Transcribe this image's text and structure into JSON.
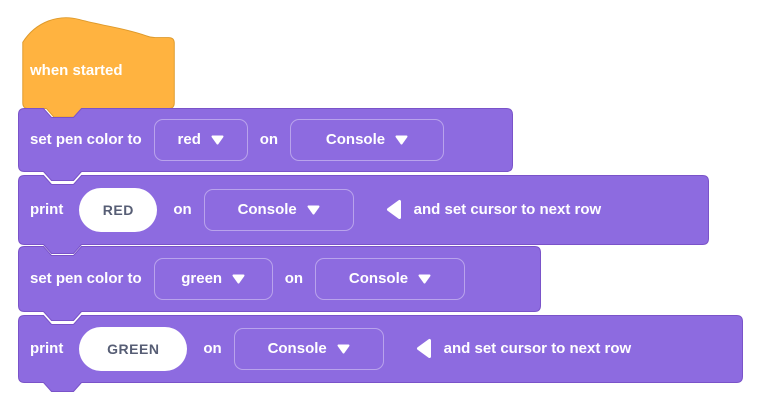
{
  "colors": {
    "canvas_bg": "#FFFFFF",
    "block_fill": "#8D6BE0",
    "block_border": "#7A53C9",
    "hat_fill": "#FFB340",
    "hat_border": "#DE9A2B",
    "field_border": "#B9A3EC",
    "input_bg": "#FFFFFF",
    "input_text": "#575E75",
    "label_text": "#FFFFFF"
  },
  "icons": {
    "dropdown_caret": "dropdown-caret-icon",
    "collapse_left_arrow": "collapse-left-arrow-icon"
  },
  "blocks": {
    "when_started": {
      "label": "when started"
    },
    "set_pen_red": {
      "prefix": "set pen color to",
      "color": "red",
      "on_label": "on",
      "target": "Console"
    },
    "print_red": {
      "prefix": "print",
      "value": "RED",
      "on_label": "on",
      "target": "Console",
      "suffix": "and set cursor to next row"
    },
    "set_pen_green": {
      "prefix": "set pen color to",
      "color": "green",
      "on_label": "on",
      "target": "Console"
    },
    "print_green": {
      "prefix": "print",
      "value": "GREEN",
      "on_label": "on",
      "target": "Console",
      "suffix": "and set cursor to next row"
    }
  }
}
